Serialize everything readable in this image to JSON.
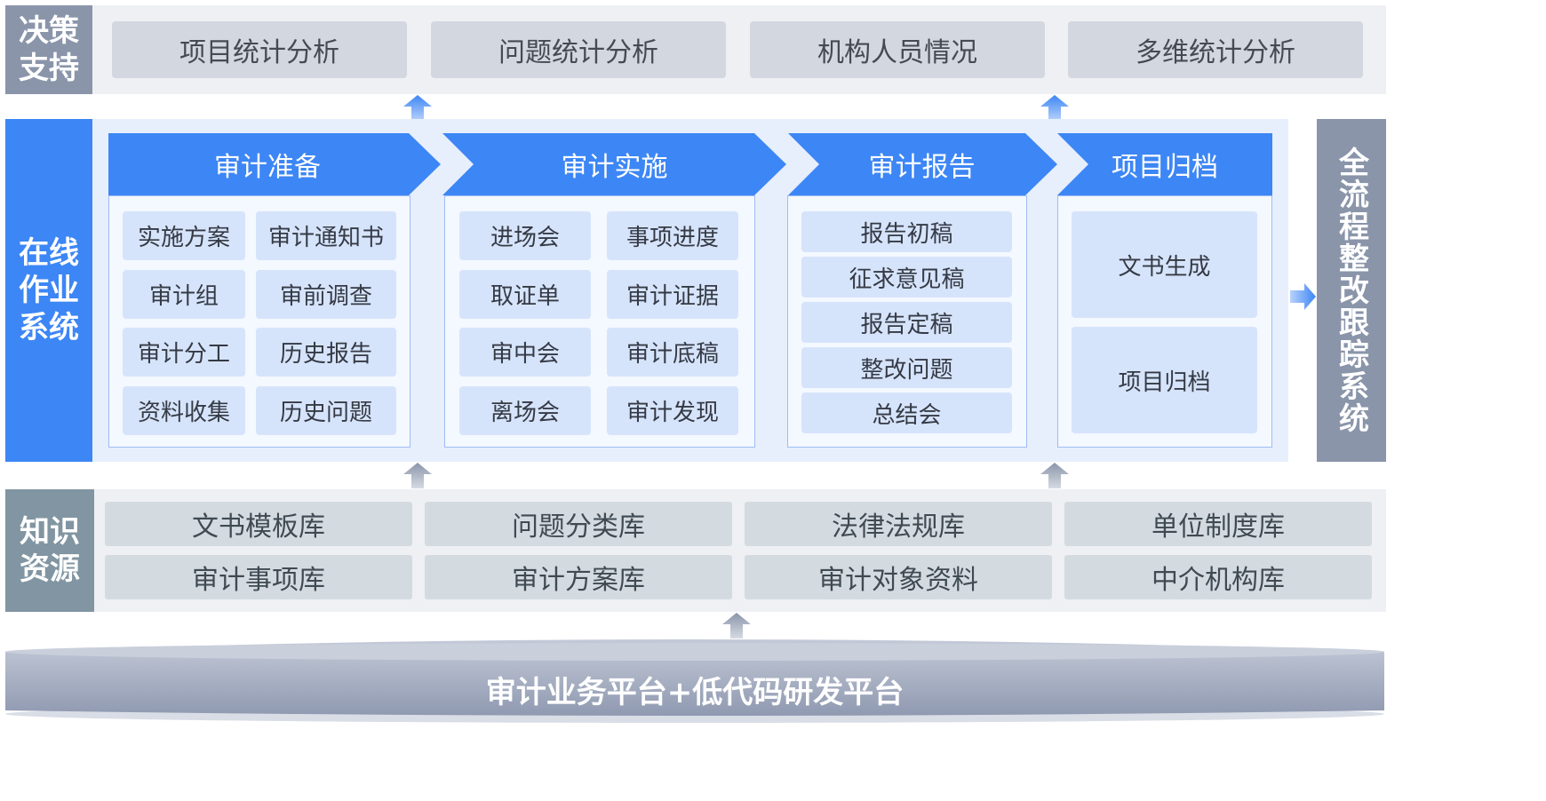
{
  "decision": {
    "label": "决策\n支持",
    "items": [
      "项目统计分析",
      "问题统计分析",
      "机构人员情况",
      "多维统计分析"
    ]
  },
  "online": {
    "label": "在线\n作业\n系统",
    "phases": [
      {
        "title": "审计准备",
        "items": [
          "实施方案",
          "审计通知书",
          "审计组",
          "审前调查",
          "审计分工",
          "历史报告",
          "资料收集",
          "历史问题"
        ]
      },
      {
        "title": "审计实施",
        "items": [
          "进场会",
          "事项进度",
          "取证单",
          "审计证据",
          "审中会",
          "审计底稿",
          "离场会",
          "审计发现"
        ]
      },
      {
        "title": "审计报告",
        "items": [
          "报告初稿",
          "征求意见稿",
          "报告定稿",
          "整改问题",
          "总结会"
        ]
      },
      {
        "title": "项目归档",
        "items": [
          "文书生成",
          "项目归档"
        ]
      }
    ]
  },
  "tracking": {
    "label": "全流程整改跟踪系统"
  },
  "knowledge": {
    "label": "知识\n资源",
    "items": [
      "文书模板库",
      "问题分类库",
      "法律法规库",
      "单位制度库",
      "审计事项库",
      "审计方案库",
      "审计对象资料",
      "中介机构库"
    ]
  },
  "platform": {
    "label": "审计业务平台+低代码研发平台"
  },
  "colors": {
    "primary_blue": "#3d86f5",
    "label_gray": "#8a95aa",
    "platform_gray": "#96a0b4"
  },
  "icons": [
    "up-arrow-icon",
    "right-arrow-icon"
  ]
}
